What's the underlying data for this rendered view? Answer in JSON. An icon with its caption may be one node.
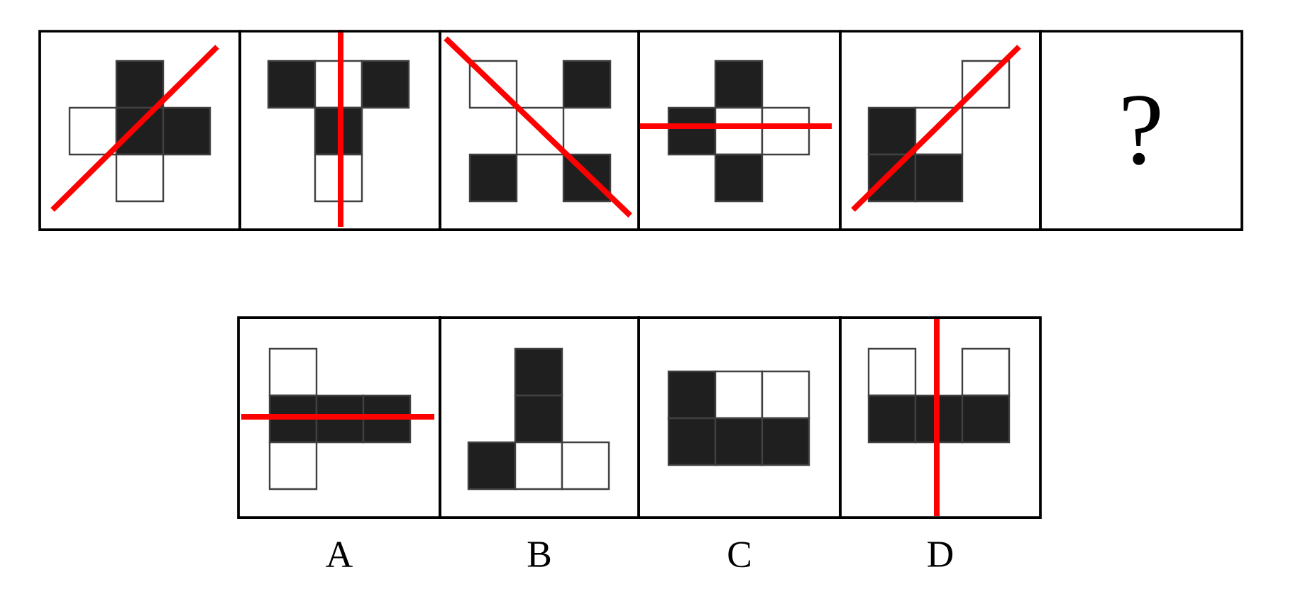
{
  "diagram": {
    "nodes": [
      {
        "text": [],
        "shape": "box"
      },
      {
        "text": [],
        "shape": "box"
      },
      {
        "text": [],
        "shape": "box"
      },
      {
        "text": [],
        "shape": "box"
      },
      {
        "text": [],
        "shape": "box"
      },
      {
        "text": [
          "?"
        ]
      },
      {
        "text": [],
        "shape": "box",
        "beside": [
          "A"
        ]
      },
      {
        "text": [],
        "shape": "box",
        "beside": [
          "B"
        ]
      },
      {
        "text": [],
        "shape": "box",
        "beside": [
          "C"
        ]
      },
      {
        "text": [],
        "shape": "box",
        "beside": [
          "D"
        ]
      }
    ]
  }
}
